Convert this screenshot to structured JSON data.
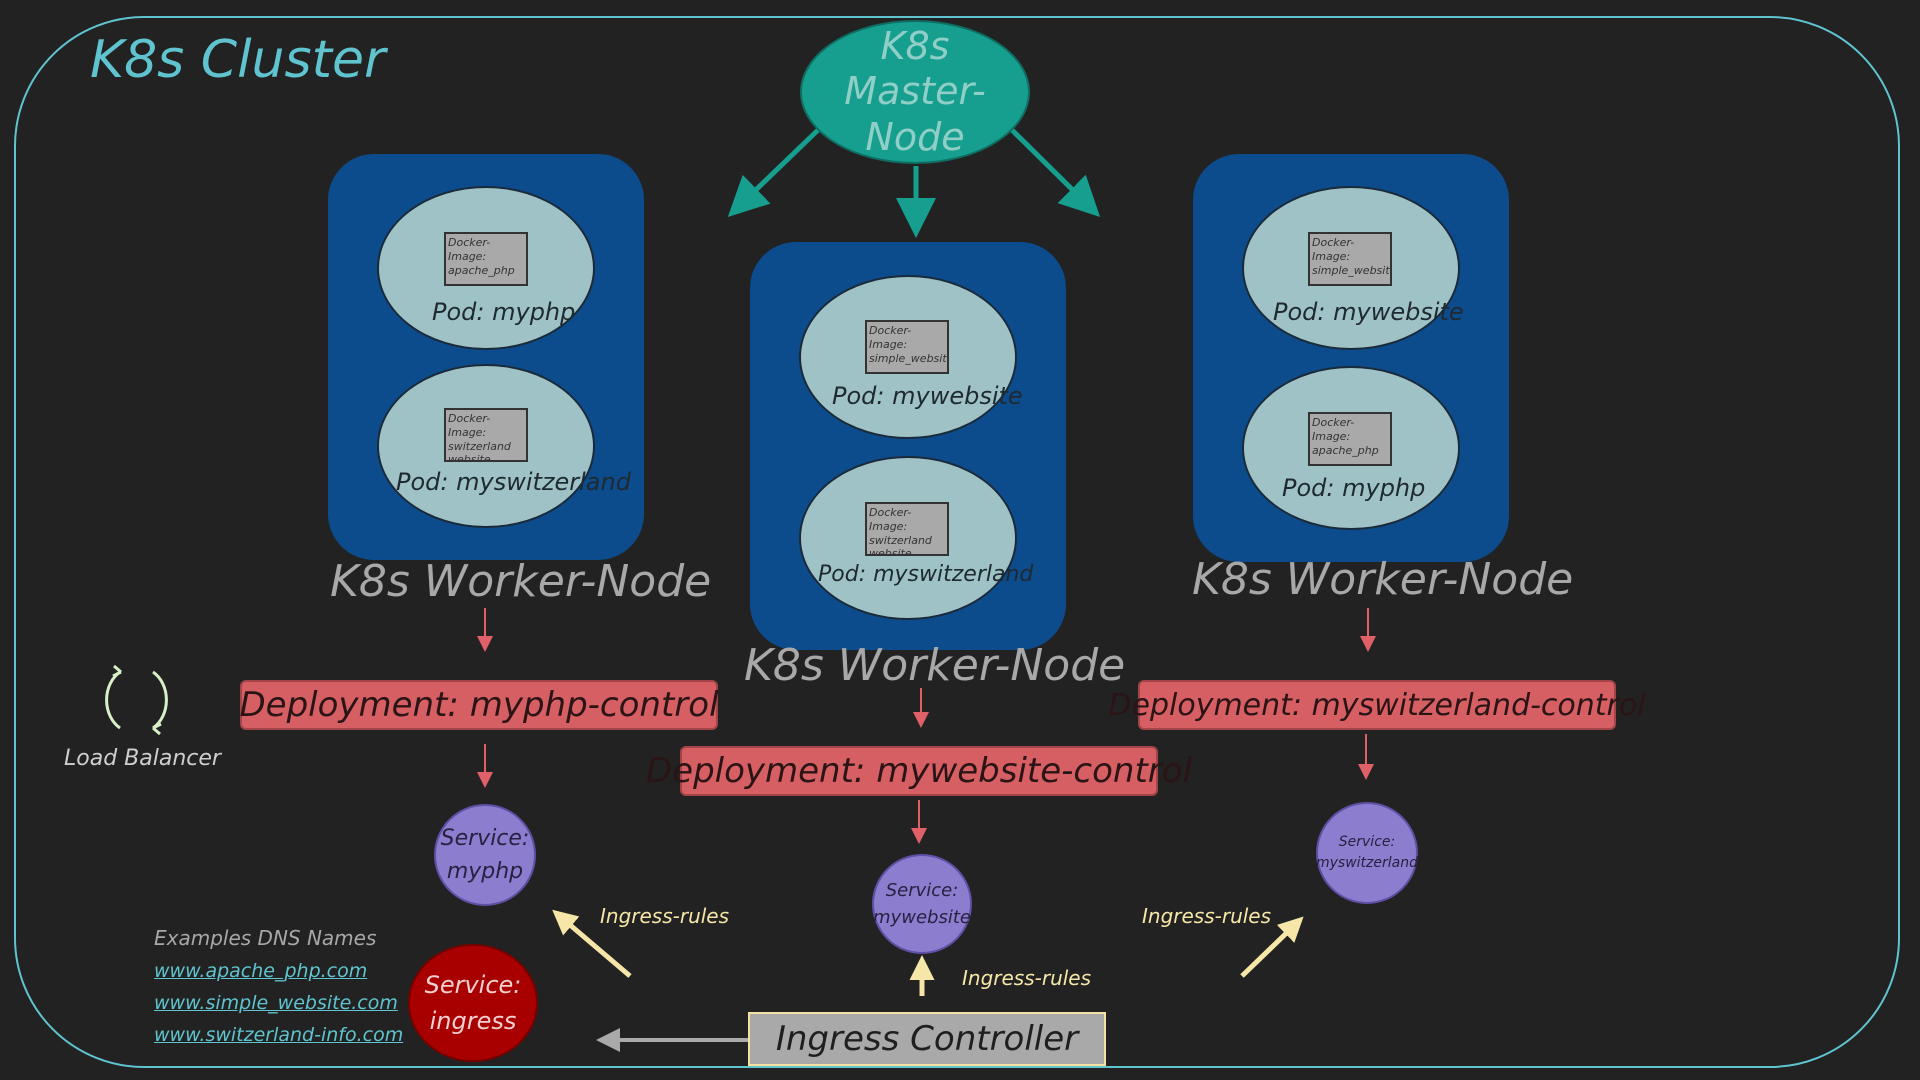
{
  "cluster": {
    "title": "K8s Cluster"
  },
  "master": {
    "line1": "K8s",
    "line2": "Master-Node"
  },
  "workers": [
    {
      "label": "K8s Worker-Node",
      "pods": [
        {
          "image": "Docker-Image: apache_php",
          "label": "Pod: myphp"
        },
        {
          "image": "Docker-Image: switzerland website",
          "label": "Pod: myswitzerland"
        }
      ]
    },
    {
      "label": "K8s Worker-Node",
      "pods": [
        {
          "image": "Docker-Image: simple_website",
          "label": "Pod: mywebsite"
        },
        {
          "image": "Docker-Image: switzerland website",
          "label": "Pod: myswitzerland"
        }
      ]
    },
    {
      "label": "K8s Worker-Node",
      "pods": [
        {
          "image": "Docker-Image: simple_website",
          "label": "Pod: mywebsite"
        },
        {
          "image": "Docker-Image: apache_php",
          "label": "Pod: myphp"
        }
      ]
    }
  ],
  "deployments": [
    "Deployment: myphp-control",
    "Deployment: mywebsite-control",
    "Deployment: myswitzerland-control"
  ],
  "services": [
    {
      "line1": "Service:",
      "line2": "myphp"
    },
    {
      "line1": "Service:",
      "line2": "mywebsite"
    },
    {
      "line1": "Service:",
      "line2": "myswitzerland"
    }
  ],
  "ingress_service": {
    "line1": "Service:",
    "line2": "ingress"
  },
  "ingress_controller": "Ingress Controller",
  "ingress_rules": [
    "Ingress-rules",
    "Ingress-rules",
    "Ingress-rules"
  ],
  "load_balancer": "Load Balancer",
  "dns": {
    "title": "Examples DNS Names",
    "links": [
      "www.apache_php.com",
      "www.simple_website.com",
      "www.switzerland-info.com"
    ]
  },
  "colors": {
    "cluster_border": "#5fc4cf",
    "master": "#169f8f",
    "worker": "#0c4c8c",
    "pod": "#9fc2c6",
    "deployment": "#d65f63",
    "service": "#8d7dce",
    "ingress_service": "#a80000",
    "ingress_arrow": "#f6e6a8",
    "red_arrow": "#e06068"
  }
}
